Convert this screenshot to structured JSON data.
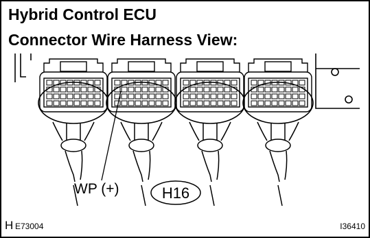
{
  "title_line1": "Hybrid Control ECU",
  "title_line2": "Connector Wire Harness View:",
  "pin_label": "WP (+)",
  "connector_code": "H16",
  "figure_prefix": "H",
  "figure_code": "E73004",
  "image_id": "I36410",
  "connector_count": 4
}
